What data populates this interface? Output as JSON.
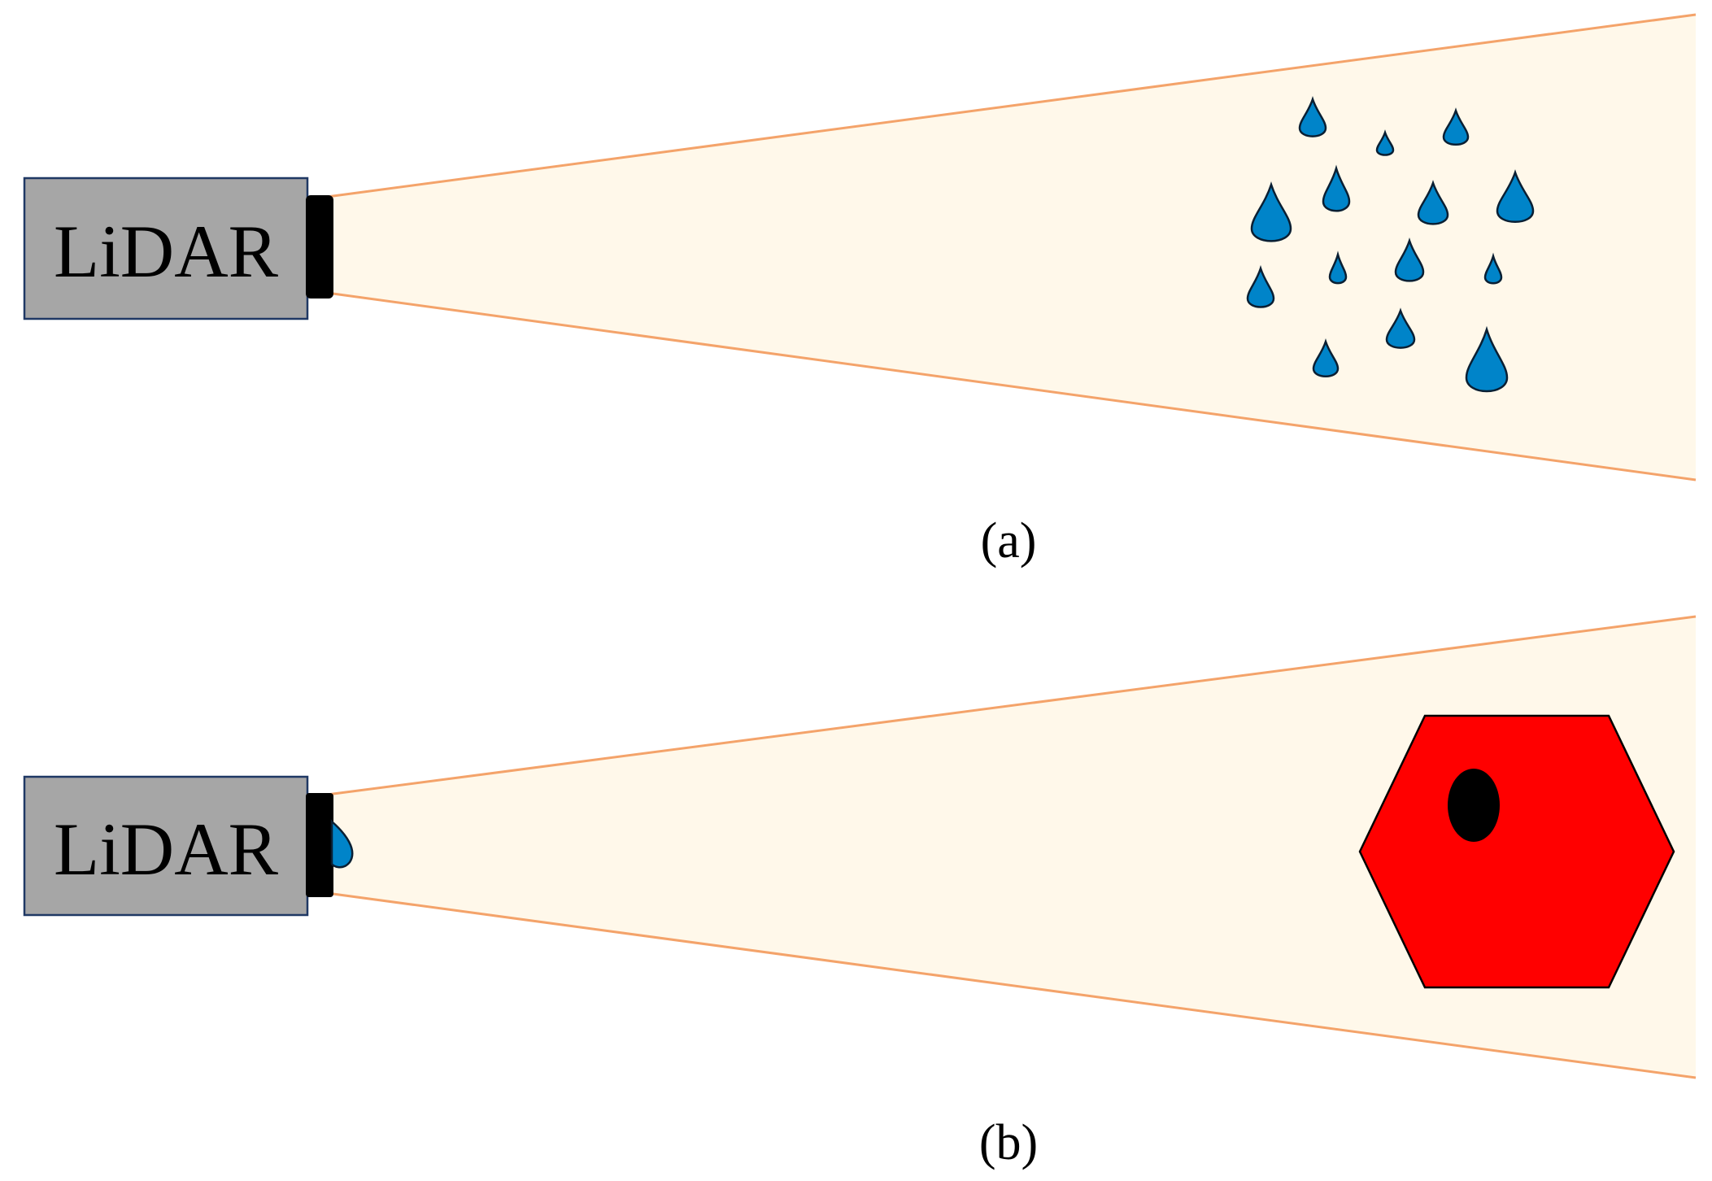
{
  "panel_a": {
    "sensor_label": "LiDAR",
    "caption": "(a)"
  },
  "panel_b": {
    "sensor_label": "LiDAR",
    "caption": "(b)"
  },
  "colors": {
    "beam_fill": "#fff8ea",
    "beam_edge": "#f4a36a",
    "lidar_body": "#a6a6a6",
    "raindrop": "#0084c9",
    "target": "#ff0000",
    "spot": "#000000"
  }
}
